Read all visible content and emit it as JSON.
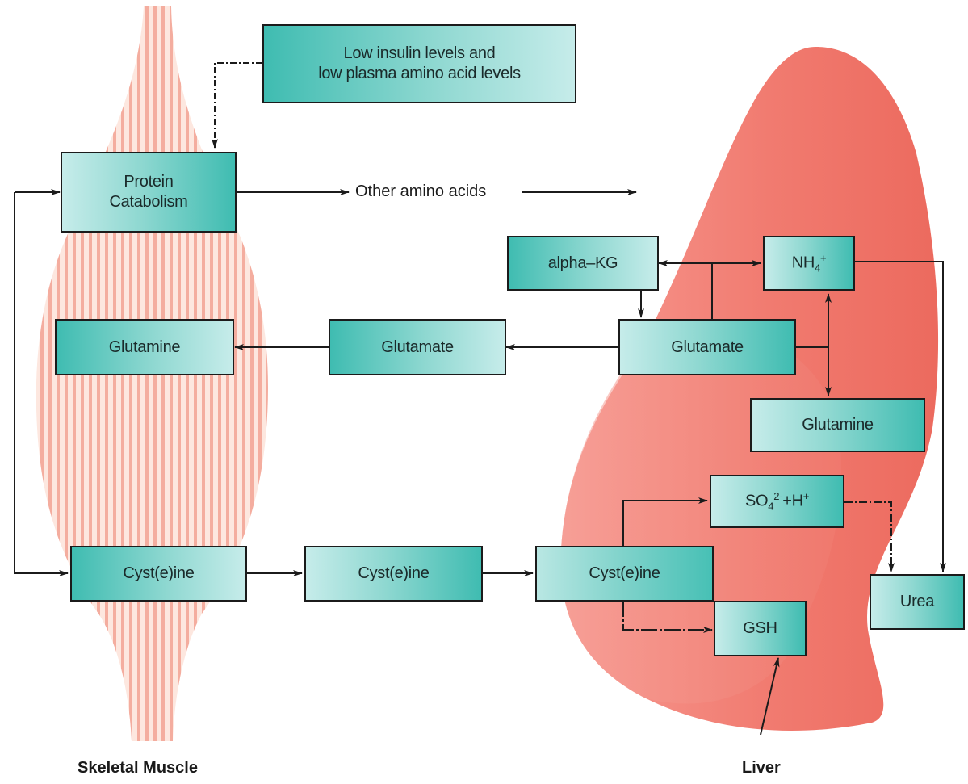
{
  "boxes": {
    "signal": {
      "line1": "Low insulin levels and",
      "line2": "low plasma amino acid levels"
    },
    "protein_catabolism": {
      "line1": "Protein",
      "line2": "Catabolism"
    },
    "muscle_glutamine": "Glutamine",
    "blood_glutamate": "Glutamate",
    "liver_glutamate": "Glutamate",
    "alpha_kg": "alpha–KG",
    "nh4": {
      "base": "NH",
      "sub": "4",
      "sup": "+"
    },
    "liver_glutamine": "Glutamine",
    "sulfate": {
      "base": "SO",
      "sub": "4",
      "sup": "2-",
      "rest": "+H",
      "sup2": "+"
    },
    "muscle_cysteine": "Cyst(e)ine",
    "blood_cysteine": "Cyst(e)ine",
    "liver_cysteine": "Cyst(e)ine",
    "gsh": "GSH",
    "urea": "Urea"
  },
  "labels": {
    "other_amino_acids": "Other amino acids",
    "skeletal_muscle": "Skeletal Muscle",
    "liver": "Liver"
  },
  "colors": {
    "box_teal": "#3fbcb1",
    "box_light": "#c6ecea",
    "muscle_stripe": "#f6b8a8",
    "liver": "#ef6b5f",
    "arrow": "#1b1b1b"
  }
}
